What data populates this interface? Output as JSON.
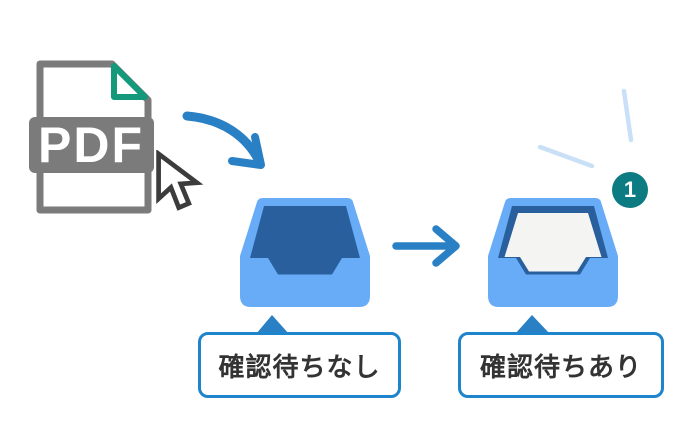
{
  "diagram": {
    "pdf": {
      "label": "PDF"
    },
    "badge": {
      "count": "1"
    },
    "callouts": {
      "empty": "確認待ちなし",
      "pending": "確認待ちあり"
    }
  },
  "icons": {
    "pdf-file-icon": "document page with folded corner and PDF banner",
    "mouse-cursor-icon": "arrow pointer",
    "drop-curved-arrow-icon": "curved arrow pointing down-right into tray",
    "inbox-tray-empty-icon": "empty inbox tray",
    "right-arrow-icon": "straight arrow pointing right",
    "inbox-tray-filled-icon": "inbox tray containing a sheet of paper",
    "notification-badge": "teal circle with count",
    "sparkle-lines-icon": "light blue emphasis lines"
  },
  "colors": {
    "tray_light_blue": "#68acf8",
    "tray_dark_blue": "#295f9d",
    "paper_white": "#f4f4f2",
    "arrow_blue": "#2a80c4",
    "callout_border_blue": "#1e84cb",
    "badge_teal": "#0c7b82",
    "pdf_gray": "#7b7b7b",
    "fold_green": "#14997a",
    "cursor_dark": "#3c3c3c",
    "sparkle_light_blue": "#c9e0f7",
    "text_dark": "#333333"
  }
}
